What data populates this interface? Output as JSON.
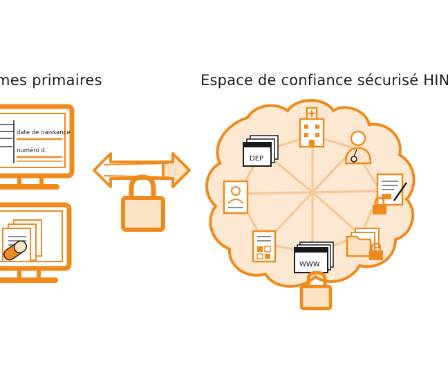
{
  "left_title": "mes primaires",
  "right_title": "Espace de confiance sécurisé HIN",
  "form": {
    "field1": "date de naissance",
    "field2": "numéro d."
  },
  "nodes": {
    "dep_label": "DEP",
    "www_label": "WWW"
  },
  "colors": {
    "accent": "#f08a1c",
    "accent_light": "#fde3c6",
    "ink": "#1a1a1a"
  },
  "icons": [
    "monitor-icon",
    "document-stack-icon",
    "pill-icon",
    "bidirectional-arrow-icon",
    "padlock-icon",
    "cloud-icon",
    "hospital-icon",
    "doctor-icon",
    "signed-document-icon",
    "folder-icon",
    "qr-document-icon",
    "patient-file-icon",
    "browser-window-icon"
  ]
}
